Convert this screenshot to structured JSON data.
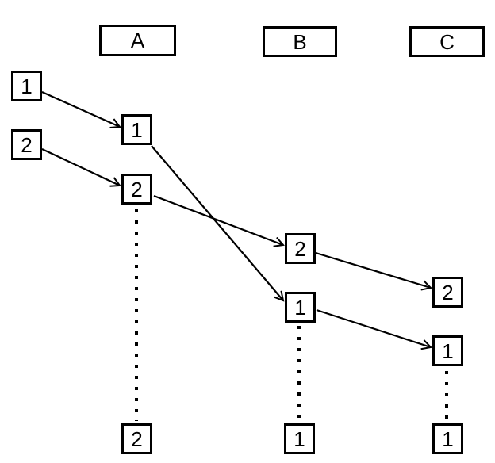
{
  "diagram": {
    "columns": [
      {
        "id": "A",
        "label": "A"
      },
      {
        "id": "B",
        "label": "B"
      },
      {
        "id": "C",
        "label": "C"
      }
    ],
    "nodes": {
      "source_1": {
        "label": "1"
      },
      "source_2": {
        "label": "2"
      },
      "a_1": {
        "label": "1"
      },
      "a_2": {
        "label": "2"
      },
      "b_2": {
        "label": "2"
      },
      "b_1": {
        "label": "1"
      },
      "c_2": {
        "label": "2"
      },
      "c_1": {
        "label": "1"
      },
      "a_end": {
        "label": "2"
      },
      "b_end": {
        "label": "1"
      },
      "c_end": {
        "label": "1"
      }
    },
    "edges": [
      {
        "from": "source_1",
        "to": "a_1",
        "style": "solid-arrow"
      },
      {
        "from": "source_2",
        "to": "a_2",
        "style": "solid-arrow"
      },
      {
        "from": "a_1",
        "to": "b_1",
        "style": "solid-arrow"
      },
      {
        "from": "a_2",
        "to": "b_2",
        "style": "solid-arrow"
      },
      {
        "from": "b_2",
        "to": "c_2",
        "style": "solid-arrow"
      },
      {
        "from": "b_1",
        "to": "c_1",
        "style": "solid-arrow"
      },
      {
        "from": "a_2",
        "to": "a_end",
        "style": "dotted"
      },
      {
        "from": "b_1",
        "to": "b_end",
        "style": "dotted"
      },
      {
        "from": "c_1",
        "to": "c_end",
        "style": "dotted"
      }
    ],
    "colors": {
      "line": "#000000",
      "box_border": "#000000",
      "text": "#000000",
      "background": "#ffffff"
    }
  }
}
